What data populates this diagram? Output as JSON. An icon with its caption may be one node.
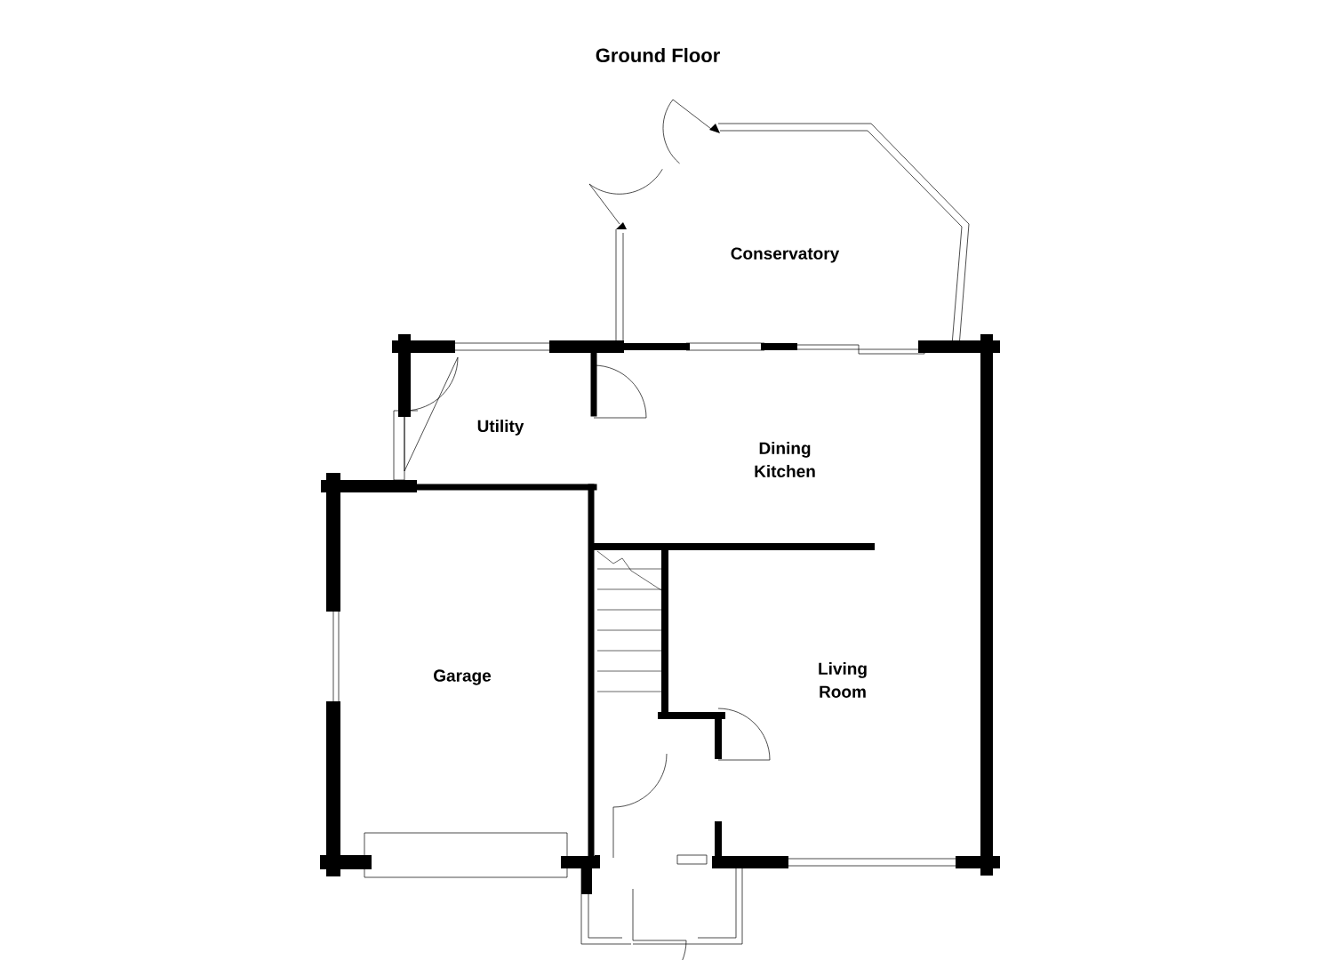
{
  "diagram": {
    "title": "Ground Floor",
    "labels": [
      "Conservatory",
      "Utility",
      "Dining Kitchen",
      "Garage",
      "Living Room"
    ]
  }
}
